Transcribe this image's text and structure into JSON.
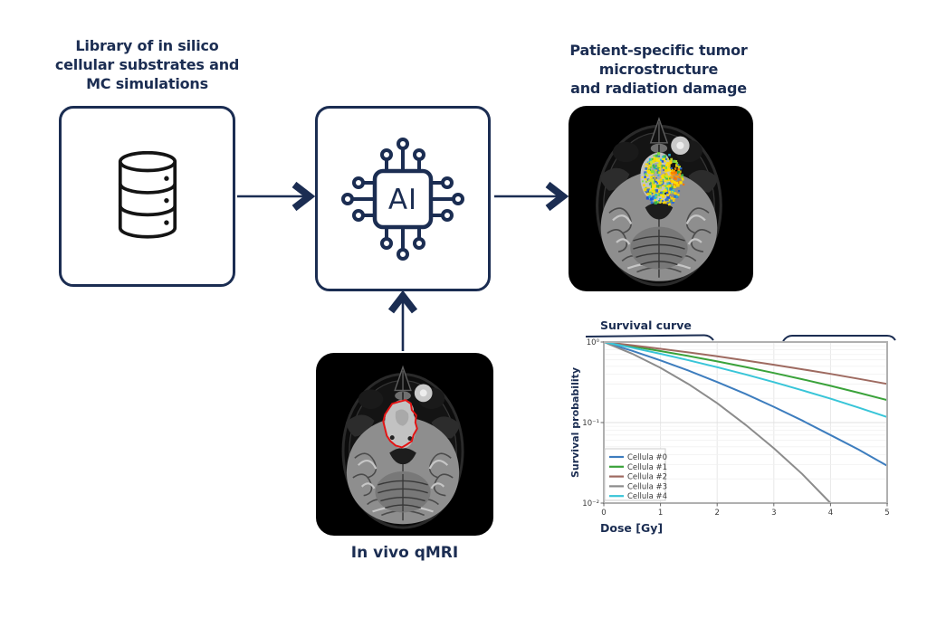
{
  "colors": {
    "navy": "#1b2d52",
    "roi_outline_red": "#e31414",
    "heatmap_palette": {
      "blues": [
        "#1f4fd8",
        "#2f6fd0",
        "#27b7d8"
      ],
      "greens": [
        "#35b44a",
        "#7ddc3a",
        "#c8e62e"
      ],
      "yellows": [
        "#ffe200",
        "#ffd400"
      ],
      "oranges": [
        "#ff9a00",
        "#ff7300"
      ]
    }
  },
  "diagram": {
    "library_node": {
      "title": "Library of in silico\ncellular substrates and\nMC simulations",
      "icon": "database-icon"
    },
    "ai_node": {
      "chip_label": "AI",
      "icon": "ai-chip-icon"
    },
    "tumor_node": {
      "title": "Patient-specific tumor\nmicrostructure\nand radiation damage"
    },
    "qmri_node": {
      "label": "In vivo qMRI"
    }
  },
  "chart_data": {
    "type": "line",
    "title": "Survival curve",
    "xlabel": "Dose [Gy]",
    "ylabel": "Survival probability",
    "yscale": "log",
    "xlim": [
      0,
      5
    ],
    "ylim": [
      0.01,
      1
    ],
    "grid": true,
    "legend_position": "lower-left",
    "x_ticks": [
      0,
      1,
      2,
      3,
      4,
      5
    ],
    "y_tick_labels": [
      "10⁰",
      "10⁻¹",
      "10⁻²"
    ],
    "y_tick_values": [
      1,
      0.1,
      0.01
    ],
    "x": [
      0,
      0.5,
      1,
      1.5,
      2,
      2.5,
      3,
      3.5,
      4,
      4.5,
      5
    ],
    "series": [
      {
        "name": "Cellula #0",
        "color": "#3d7dbe",
        "values": [
          1,
          0.778,
          0.592,
          0.44,
          0.319,
          0.227,
          0.157,
          0.106,
          0.07,
          0.046,
          0.029
        ]
      },
      {
        "name": "Cellula #1",
        "color": "#3aa23a",
        "values": [
          1,
          0.883,
          0.773,
          0.67,
          0.575,
          0.49,
          0.413,
          0.345,
          0.286,
          0.234,
          0.19
        ]
      },
      {
        "name": "Cellula #2",
        "color": "#9e6a60",
        "values": [
          1,
          0.91,
          0.824,
          0.742,
          0.664,
          0.59,
          0.522,
          0.459,
          0.402,
          0.349,
          0.302
        ]
      },
      {
        "name": "Cellula #3",
        "color": "#8c8c8c",
        "values": [
          1,
          0.716,
          0.479,
          0.299,
          0.174,
          0.094,
          0.048,
          0.023,
          0.01,
          null,
          null
        ]
      },
      {
        "name": "Cellula #4",
        "color": "#38c5d8",
        "values": [
          1,
          0.85,
          0.714,
          0.593,
          0.487,
          0.396,
          0.318,
          0.252,
          0.198,
          0.153,
          0.117
        ]
      }
    ]
  }
}
